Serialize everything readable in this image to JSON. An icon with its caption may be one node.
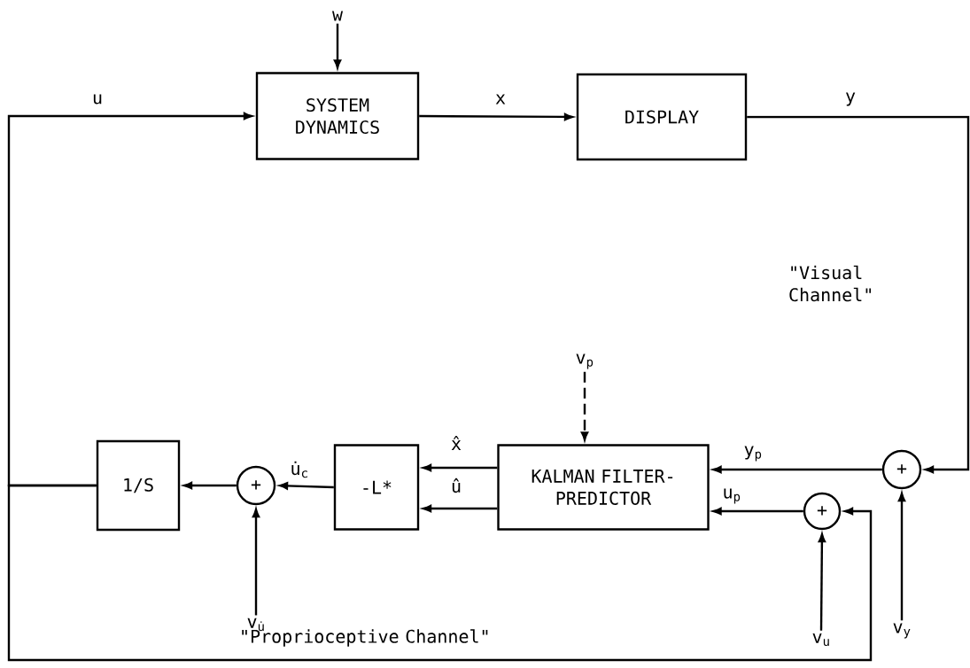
{
  "diagram": {
    "nodes": [
      {
        "text": [
          "SYSTEM DYNAMICS"
        ]
      },
      {
        "text": [
          "DISPLAY"
        ]
      },
      {
        "text": [
          "KALMAN FILTER-PREDICTOR"
        ]
      },
      {
        "text": [
          "-L*"
        ]
      },
      {
        "text": [
          "1/S"
        ]
      },
      {
        "text": [
          "+"
        ]
      },
      {
        "text": [
          "+"
        ]
      },
      {
        "text": [
          "+"
        ]
      },
      {
        "text": [
          "w"
        ]
      },
      {
        "text": [
          "v$_{p}$"
        ]
      },
      {
        "text": [
          "v$_{u̇}$"
        ]
      },
      {
        "text": [
          "v$_{u}$"
        ]
      },
      {
        "text": [
          "v$_{y}$"
        ]
      }
    ],
    "edges": [
      {
        "from": 8,
        "to": 0,
        "arrow": "to"
      },
      {
        "from": 4,
        "to": 0,
        "arrow": "to",
        "label": "u"
      },
      {
        "from": 0,
        "to": 1,
        "arrow": "to",
        "label": "x"
      },
      {
        "from": 1,
        "to": 7,
        "arrow": "to",
        "label": "y"
      },
      {
        "from": 7,
        "to": 2,
        "arrow": "to",
        "label": "y$_{p}$"
      },
      {
        "from": 12,
        "to": 7,
        "arrow": "to"
      },
      {
        "from": 6,
        "to": 2,
        "arrow": "to",
        "label": "u$_{p}$"
      },
      {
        "from": 11,
        "to": 6,
        "arrow": "to"
      },
      {
        "from": 4,
        "to": 6,
        "arrow": "to"
      },
      {
        "from": 9,
        "to": 2,
        "arrow": "to",
        "style": "dashed"
      },
      {
        "from": 2,
        "to": 3,
        "arrow": "to",
        "label": "x̂"
      },
      {
        "from": 2,
        "to": 3,
        "arrow": "to",
        "label": "û"
      },
      {
        "from": 3,
        "to": 5,
        "arrow": "to",
        "label": "u̇$_{c}$"
      },
      {
        "from": 10,
        "to": 5,
        "arrow": "to"
      },
      {
        "from": 5,
        "to": 4,
        "arrow": "to"
      }
    ],
    "labels": [
      "\"Visual Channel\"",
      "\"Proprioceptive Channel\""
    ]
  }
}
